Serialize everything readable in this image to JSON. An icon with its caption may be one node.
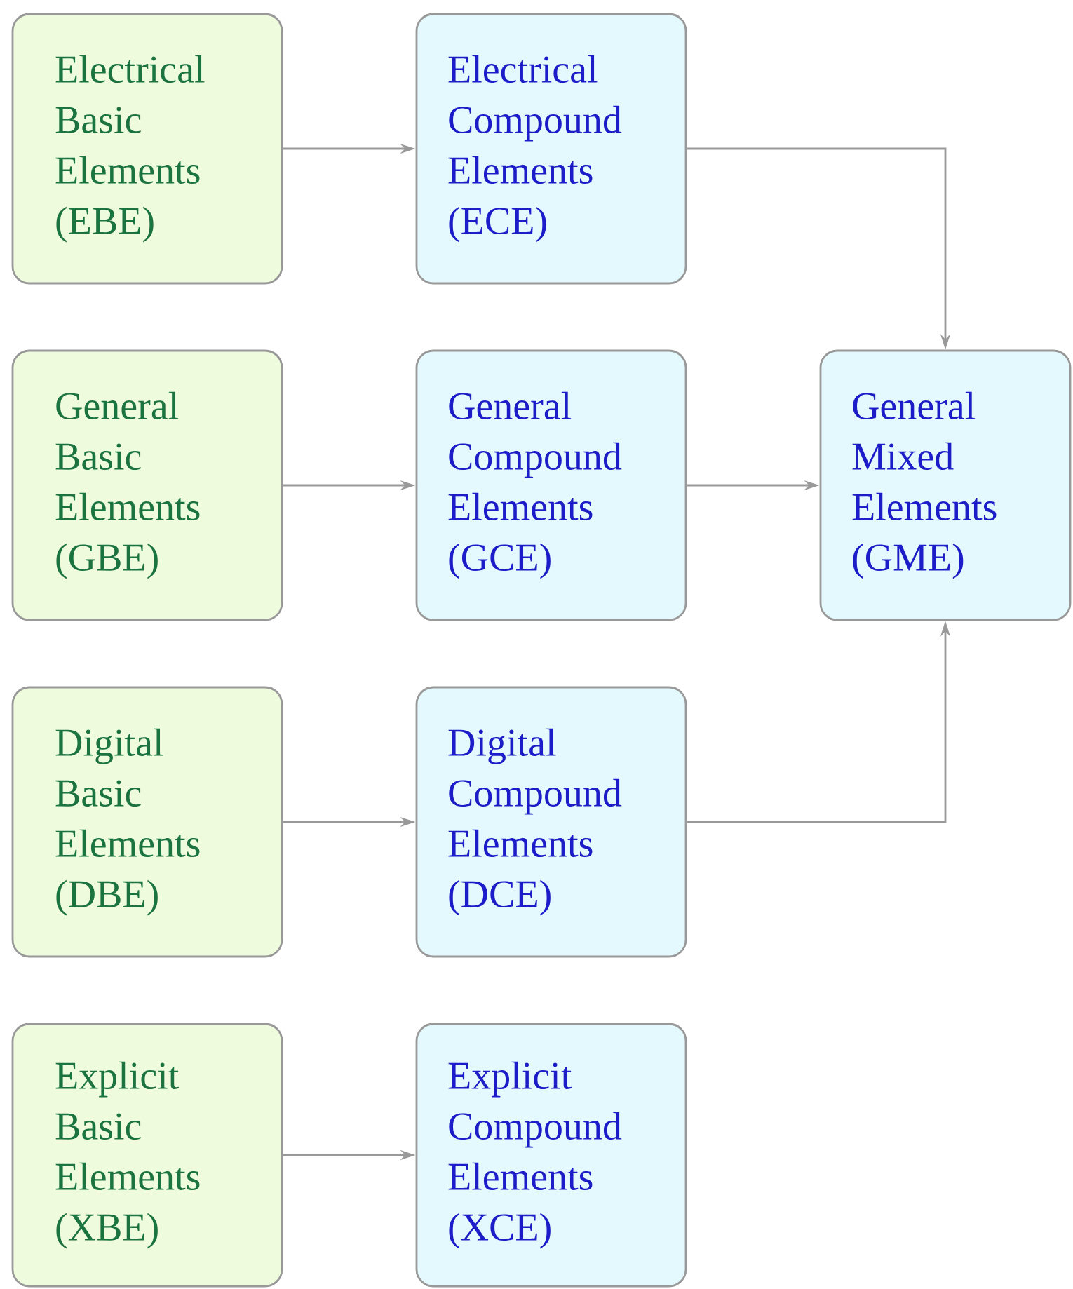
{
  "diagram": {
    "nodes": [
      {
        "text": [
          "Electrical Basic Elements (EBE)"
        ]
      },
      {
        "text": [
          "Electrical Compound Elements (ECE)"
        ]
      },
      {
        "text": [
          "General Basic Elements (GBE)"
        ]
      },
      {
        "text": [
          "General Compound Elements (GCE)"
        ]
      },
      {
        "text": [
          "General Mixed Elements (GME)"
        ]
      },
      {
        "text": [
          "Digital Basic Elements (DBE)"
        ]
      },
      {
        "text": [
          "Digital Compound Elements (DCE)"
        ]
      },
      {
        "text": [
          "Explicit Basic Elements (XBE)"
        ]
      },
      {
        "text": [
          "Explicit Compound Elements (XCE)"
        ]
      }
    ],
    "edges": [
      {
        "from": 0,
        "to": 1,
        "arrow": "to"
      },
      {
        "from": 1,
        "to": 4,
        "arrow": "to"
      },
      {
        "from": 2,
        "to": 3,
        "arrow": "to"
      },
      {
        "from": 3,
        "to": 4,
        "arrow": "to"
      },
      {
        "from": 5,
        "to": 6,
        "arrow": "to"
      },
      {
        "from": 6,
        "to": 4,
        "arrow": "to"
      },
      {
        "from": 7,
        "to": 8,
        "arrow": "to"
      }
    ]
  }
}
